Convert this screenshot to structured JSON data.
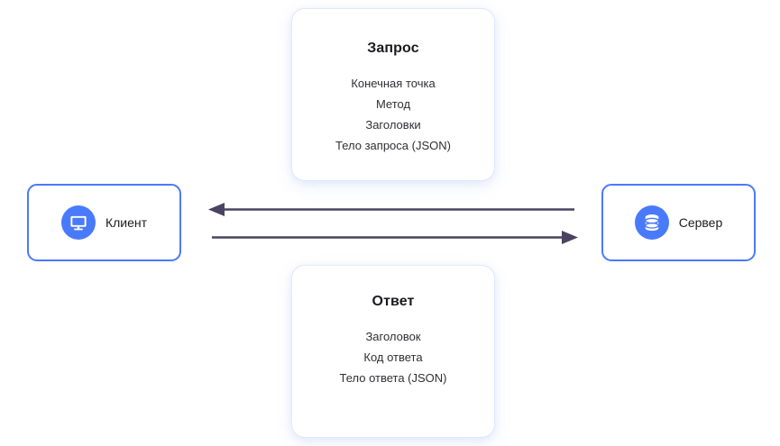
{
  "diagram": {
    "title_request": "Запрос",
    "title_response": "Ответ",
    "request_items": [
      "Конечная точка",
      "Метод",
      "Заголовки",
      "Тело запроса (JSON)"
    ],
    "response_items": [
      "Заголовок",
      "Код ответа",
      "Тело ответа (JSON)"
    ],
    "nodes": {
      "client_label": "Клиент",
      "client_icon": "monitor-icon",
      "server_label": "Сервер",
      "server_icon": "database-icon"
    },
    "arrows": [
      {
        "name": "response-arrow",
        "direction": "left",
        "from": "Сервер",
        "to": "Клиент"
      },
      {
        "name": "request-arrow",
        "direction": "right",
        "from": "Клиент",
        "to": "Сервер"
      }
    ],
    "colors": {
      "accent_blue": "#4a7afc",
      "arrow": "#4a4462",
      "card_border": "#dee7fa",
      "text": "#1b1b1f",
      "background": "#ffffff"
    }
  }
}
